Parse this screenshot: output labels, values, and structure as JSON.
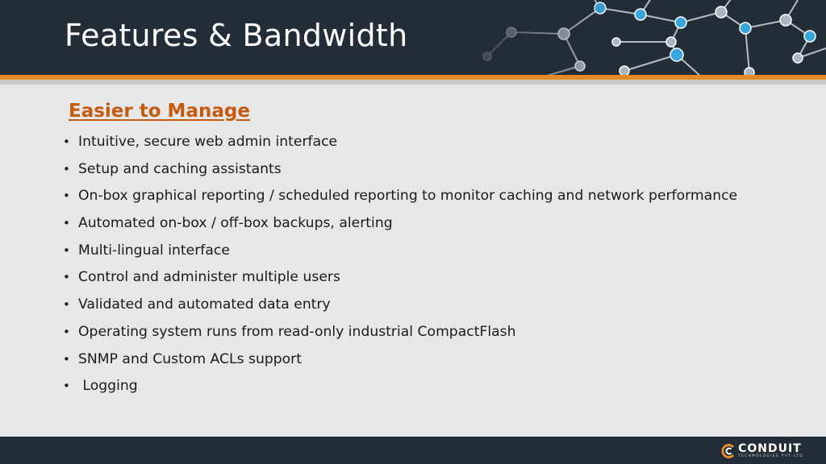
{
  "slide": {
    "title": "Features & Bandwidth"
  },
  "section": {
    "heading": "Easier to Manage",
    "heading_color": "#c55a11",
    "bullet_glyph": "•",
    "items": [
      "Intuitive, secure web admin interface",
      "Setup and caching assistants",
      "On-box graphical reporting / scheduled reporting to monitor caching and network performance",
      "Automated on-box / off-box backups, alerting",
      "Multi-lingual interface",
      "Control and administer multiple users",
      "Validated and automated data entry",
      "Operating system runs from read-only industrial CompactFlash",
      "SNMP and Custom ACLs support",
      " Logging"
    ]
  },
  "logo": {
    "brand": "CONDUIT",
    "tagline": "TECHNOLOGIES PVT LTD",
    "icon": "conduit-logo-icon"
  },
  "colors": {
    "header_bg": "#232d38",
    "accent_orange": "#e8892c",
    "body_bg": "#e7e7e7",
    "network_node": "#3aa6dc"
  }
}
